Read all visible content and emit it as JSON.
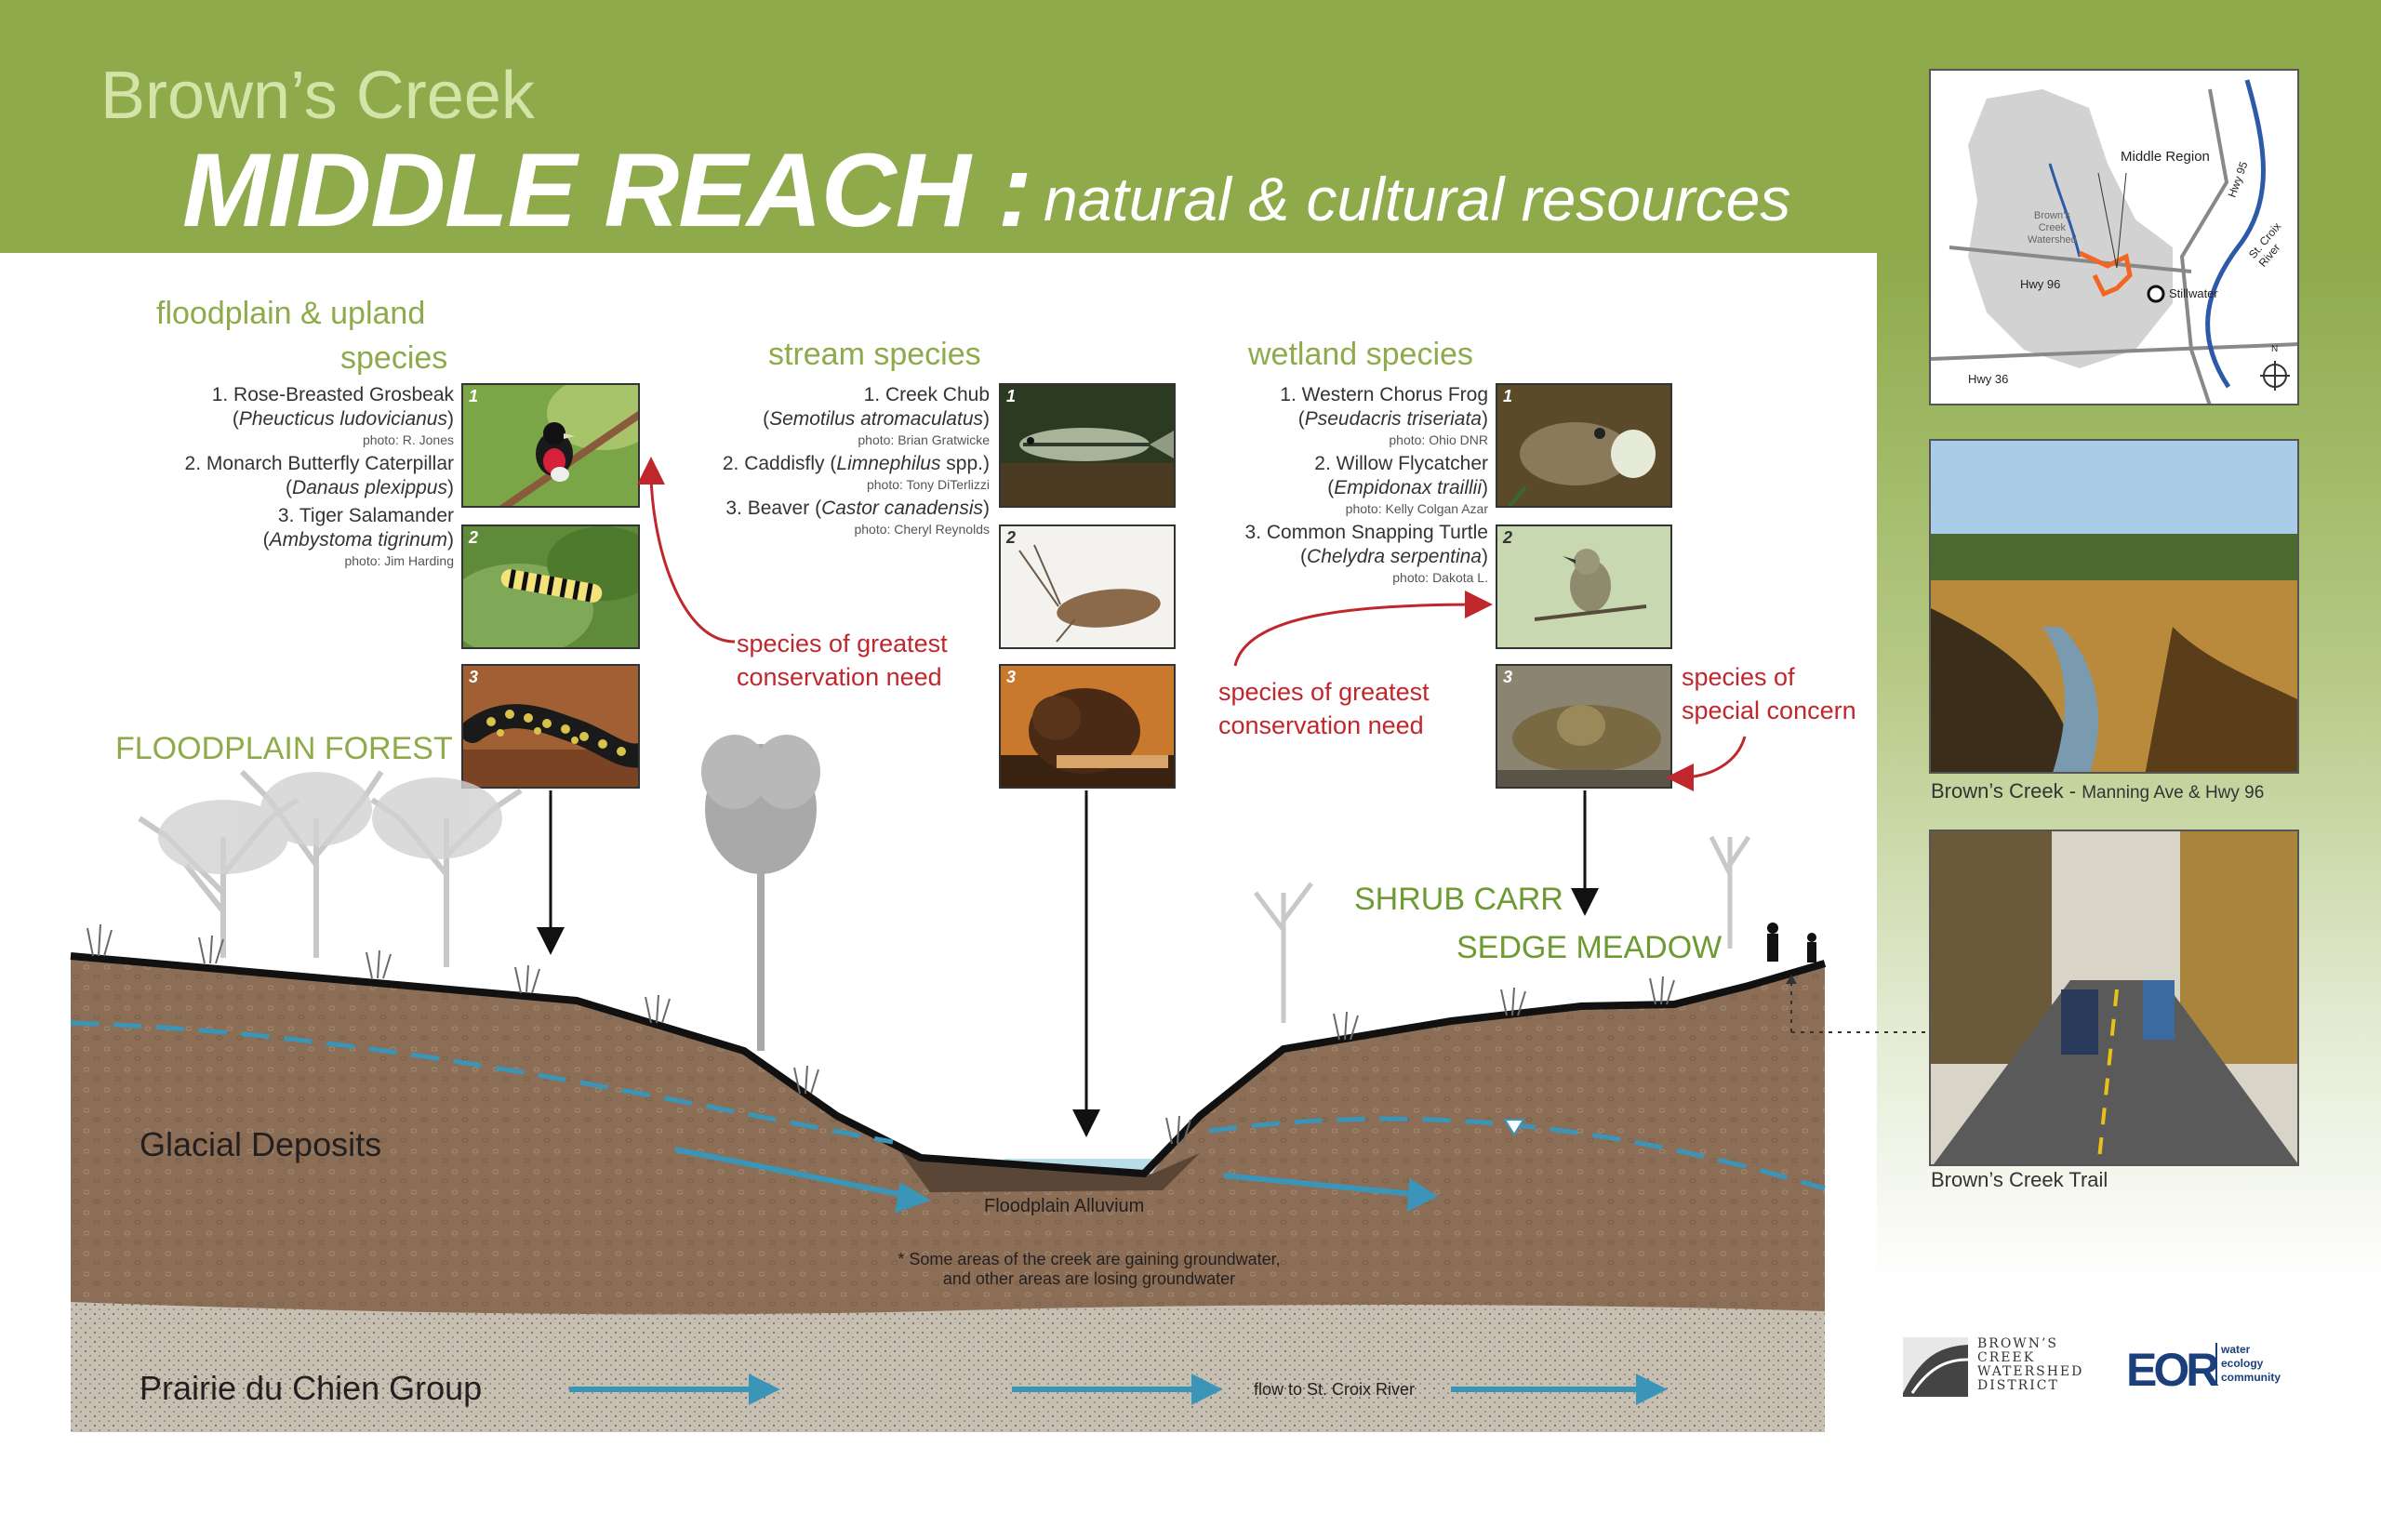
{
  "title": {
    "line1": "Brown’s Creek",
    "main": "MIDDLE REACH :",
    "subtitle": "natural & cultural resources"
  },
  "floodplain": {
    "heading_1": "floodplain & upland",
    "heading_2": "species",
    "species": [
      {
        "line1": "1. Rose-Breasted Grosbeak",
        "sci": "Pheucticus ludovicianus",
        "credit": "photo: R. Jones"
      },
      {
        "line1": "2. Monarch Butterfly Caterpillar",
        "sci": "Danaus plexippus",
        "credit": ""
      },
      {
        "line1": "3. Tiger Salamander",
        "sci": "Ambystoma tigrinum",
        "credit": "photo: Jim Harding"
      }
    ],
    "callout": [
      "species of greatest",
      "conservation need"
    ],
    "habitat": "FLOODPLAIN FOREST"
  },
  "stream": {
    "heading": "stream species",
    "species": [
      {
        "line1": "1. Creek Chub",
        "sci": "Semotilus atromaculatus",
        "credit": "photo: Brian Gratwicke"
      },
      {
        "line1": "2. Caddisfly (",
        "sci": "Limnephilus",
        "after": " spp.)",
        "credit": "photo: Tony DiTerlizzi"
      },
      {
        "line1": "3. Beaver (",
        "sci": "Castor canadensis",
        "after": ")",
        "credit": "photo: Cheryl Reynolds"
      }
    ]
  },
  "wetland": {
    "heading": "wetland species",
    "species": [
      {
        "line1": "1. Western Chorus Frog",
        "sci": "Pseudacris triseriata",
        "credit": "photo: Ohio DNR"
      },
      {
        "line1": "2. Willow Flycatcher",
        "sci": "Empidonax traillii",
        "credit": "photo: Kelly Colgan Azar"
      },
      {
        "line1": "3. Common Snapping Turtle",
        "sci": "Chelydra serpentina",
        "credit": "photo: Dakota L."
      }
    ],
    "callout_left": [
      "species of greatest",
      "conservation need"
    ],
    "callout_right": [
      "species of",
      "special concern"
    ],
    "habitat_1": "SHRUB CARR",
    "habitat_2": "SEDGE MEADOW"
  },
  "photo_numbers": [
    "1",
    "2",
    "3"
  ],
  "cross_section": {
    "glacial": "Glacial Deposits",
    "alluvium": "Floodplain Alluvium",
    "note_1": "* Some areas of the creek are gaining groundwater,",
    "note_2": "and other areas are losing groundwater",
    "bedrock": "Prairie du Chien Group",
    "flow": "flow to St. Croix River"
  },
  "map": {
    "middle_region": "Middle Region",
    "watershed_1": "Brown’s",
    "watershed_2": "Creek",
    "watershed_3": "Watershed",
    "hwy95": "Hwy 95",
    "hwy96": "Hwy 96",
    "hwy36": "Hwy 36",
    "river": "St. Croix River",
    "city": "Stillwater",
    "north": "N"
  },
  "sidebar": {
    "caption_1_main": "Brown’s Creek - ",
    "caption_1_small": "Manning Ave & Hwy 96",
    "caption_2": "Brown’s Creek Trail"
  },
  "logos": {
    "bcwd_1": "BROWN’S",
    "bcwd_2": "CREEK",
    "bcwd_3": "WATERSHED",
    "bcwd_4": "DISTRICT",
    "eor": "EOR",
    "eor_1": "water",
    "eor_2": "ecology",
    "eor_3": "community"
  },
  "colors": {
    "banner": "#8eaa4b",
    "heading_green": "#8eaa4b",
    "callout_red": "#c0272d",
    "groundwater_blue": "#3a95b8",
    "soil": "#8b6e55",
    "bedrock": "#c6bfb2"
  }
}
